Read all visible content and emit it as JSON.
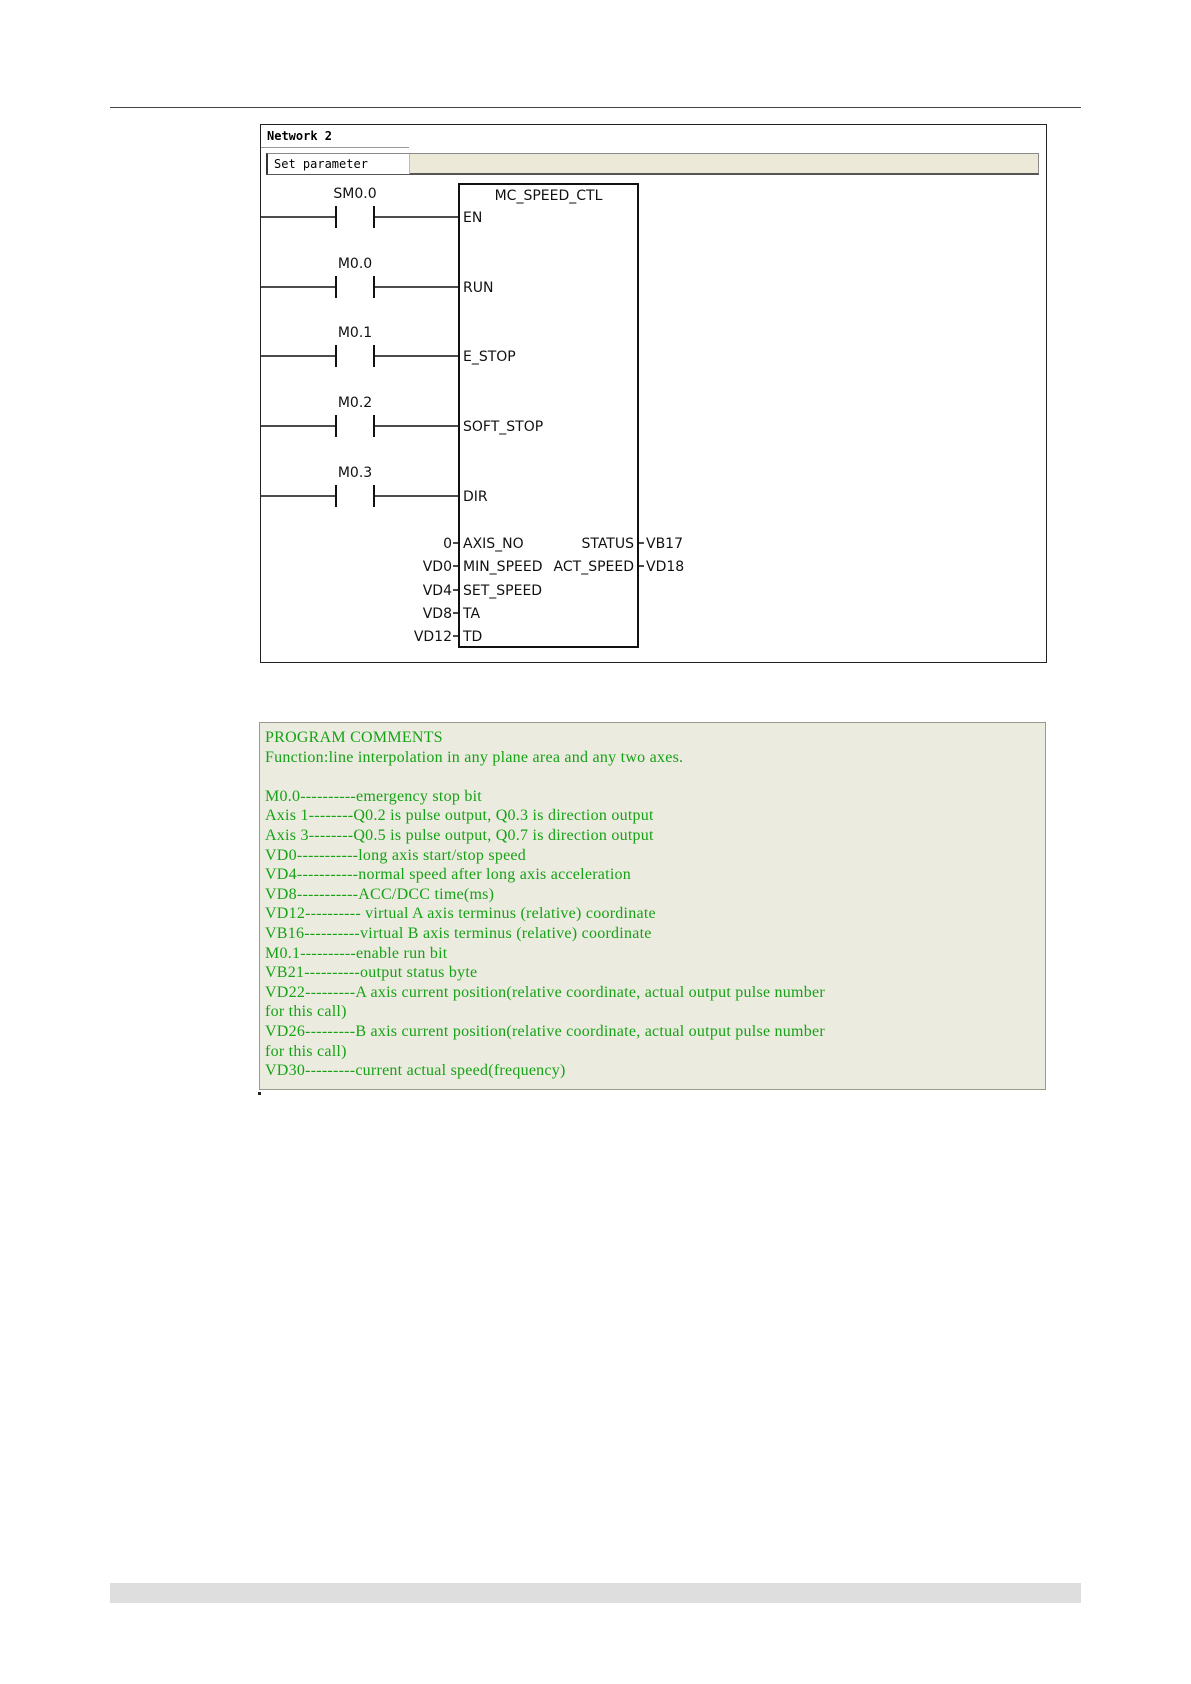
{
  "network": {
    "title": "Network 2",
    "comment": "Set parameter"
  },
  "block": {
    "name": "MC_SPEED_CTL",
    "contacts": [
      "SM0.0",
      "M0.0",
      "M0.1",
      "M0.2",
      "M0.3"
    ],
    "bool_inputs": [
      "EN",
      "RUN",
      "E_STOP",
      "SOFT_STOP",
      "DIR"
    ],
    "value_inputs": [
      {
        "value": "0",
        "pin": "AXIS_NO"
      },
      {
        "value": "VD0",
        "pin": "MIN_SPEED"
      },
      {
        "value": "VD4",
        "pin": "SET_SPEED"
      },
      {
        "value": "VD8",
        "pin": "TA"
      },
      {
        "value": "VD12",
        "pin": "TD"
      }
    ],
    "outputs": [
      {
        "pin": "STATUS",
        "value": "VB17"
      },
      {
        "pin": "ACT_SPEED",
        "value": "VD18"
      }
    ],
    "colors": {
      "axis_no_value": "#c8a000",
      "wire": "#111111"
    }
  },
  "program_comments": {
    "color": "#16a216",
    "lines": [
      "PROGRAM COMMENTS",
      "Function:line interpolation in any plane area and any two axes.",
      "",
      "M0.0----------emergency stop bit",
      "Axis 1--------Q0.2 is pulse output, Q0.3 is direction output",
      "Axis 3--------Q0.5 is pulse output, Q0.7 is direction output",
      "VD0-----------long axis start/stop speed",
      "VD4-----------normal speed after long axis acceleration",
      "VD8-----------ACC/DCC time(ms)",
      "VD12---------- virtual A axis terminus (relative) coordinate",
      "VB16----------virtual B axis terminus (relative) coordinate",
      "M0.1----------enable run bit",
      "VB21----------output status byte",
      "VD22---------A axis current position(relative coordinate, actual output pulse number",
      "for this call)",
      "VD26---------B axis current position(relative coordinate, actual output pulse number",
      "for this call)",
      "VD30---------current actual speed(frequency)"
    ]
  }
}
